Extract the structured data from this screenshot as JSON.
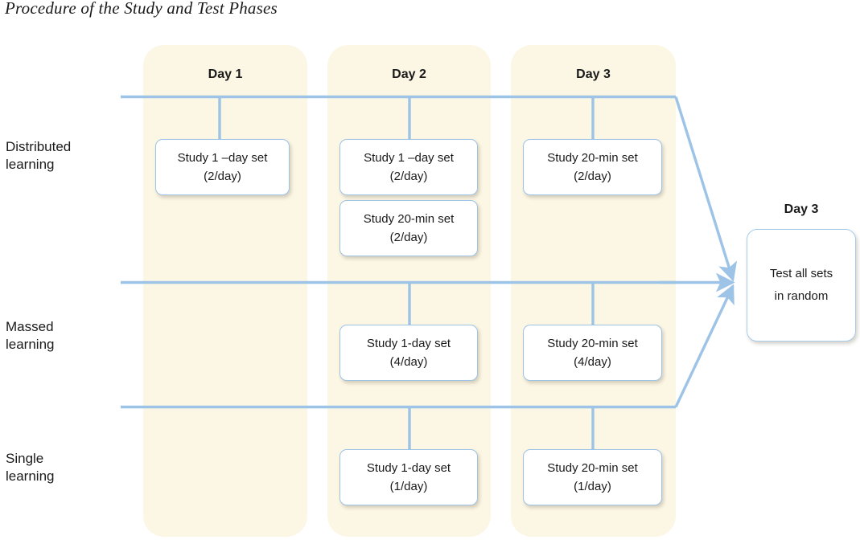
{
  "title": "Procedure of the Study and Test Phases",
  "columns": [
    {
      "label": "Day 1"
    },
    {
      "label": "Day 2"
    },
    {
      "label": "Day 3"
    }
  ],
  "rows": [
    {
      "label": "Distributed\nlearning"
    },
    {
      "label": "Massed\nlearning"
    },
    {
      "label": "Single\nlearning"
    }
  ],
  "boxes": {
    "distributed_day1": {
      "line1": "Study 1 –day set",
      "line2": "(2/day)"
    },
    "distributed_day2_a": {
      "line1": "Study 1 –day set",
      "line2": "(2/day)"
    },
    "distributed_day2_b": {
      "line1": "Study 20-min set",
      "line2": "(2/day)"
    },
    "distributed_day3": {
      "line1": "Study 20-min set",
      "line2": "(2/day)"
    },
    "massed_day2": {
      "line1": "Study 1-day set",
      "line2": "(4/day)"
    },
    "massed_day3": {
      "line1": "Study 20-min set",
      "line2": "(4/day)"
    },
    "single_day2": {
      "line1": "Study 1-day set",
      "line2": "(1/day)"
    },
    "single_day3": {
      "line1": "Study 20-min set",
      "line2": "(1/day)"
    }
  },
  "test": {
    "header": "Day 3",
    "line1": "Test all sets",
    "line2": "in random"
  },
  "colors": {
    "band": "#FCF6E4",
    "connector": "#9DC3E6",
    "box_border": "#9DC3E6",
    "box_fill": "#FFFFFF",
    "text": "#1A1A1A",
    "page": "#FFFFFF"
  }
}
